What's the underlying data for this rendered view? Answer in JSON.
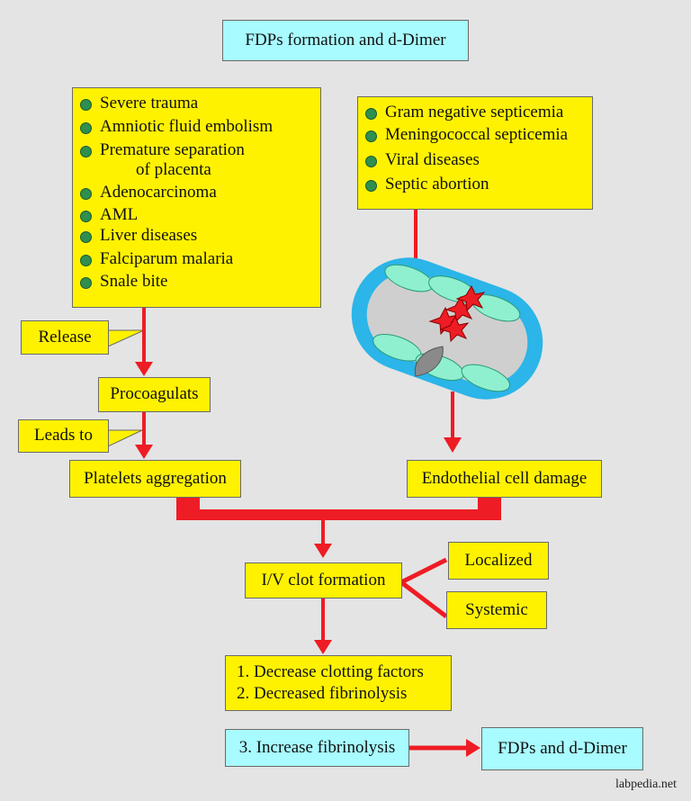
{
  "title": "FDPs formation and d-Dimer",
  "left_causes": [
    {
      "text": "Severe trauma"
    },
    {
      "text": "Amniotic fluid embolism"
    },
    {
      "text": "Premature separation",
      "continuation": "of placenta"
    },
    {
      "text": "Adenocarcinoma"
    },
    {
      "text": "AML"
    },
    {
      "text": "Liver diseases"
    },
    {
      "text": "Falciparum malaria"
    },
    {
      "text": "Snale bite"
    }
  ],
  "right_causes": [
    {
      "text": "Gram negative septicemia"
    },
    {
      "text": "Meningococcal septicemia"
    },
    {
      "text": "Viral diseases"
    },
    {
      "text": "Septic abortion"
    }
  ],
  "release_label": "Release",
  "procoagulants_label": "Procoagulats",
  "leads_to_label": "Leads to",
  "platelets_label": "Platelets aggregation",
  "endothelial_label": "Endothelial cell damage",
  "clot_label": "I/V clot formation",
  "localized_label": "Localized",
  "systemic_label": "Systemic",
  "outcomes": [
    "1. Decrease clotting factors",
    "2. Decreased fibrinolysis"
  ],
  "fibrinolysis_label": "3. Increase fibrinolysis",
  "fdp_label": "FDPs and d-Dimer",
  "watermark": "labpedia.net",
  "colors": {
    "background": "#e4e4e4",
    "box_yellow": "#fff200",
    "box_cyan": "#a8fbff",
    "arrow_red": "#ee1c24",
    "bullet_green": "#2f8f4e",
    "vessel_wall": "#2bb5e8",
    "endothelial_cell": "#8ff0cf"
  }
}
